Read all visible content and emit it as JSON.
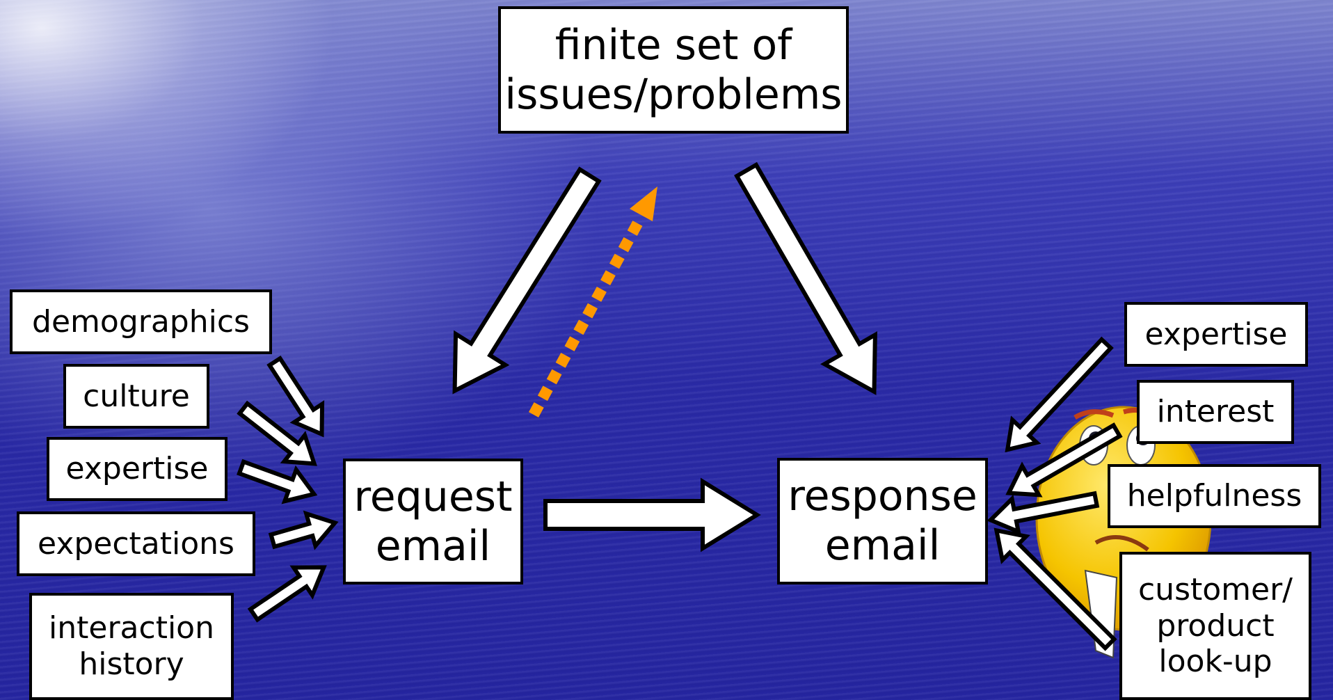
{
  "issues": {
    "line1": "finite set of",
    "line2": "issues/problems"
  },
  "request": {
    "line1": "request",
    "line2": "email"
  },
  "response": {
    "line1": "response",
    "line2": "email"
  },
  "request_factors": [
    {
      "line1": "demographics"
    },
    {
      "line1": "culture"
    },
    {
      "line1": "expertise"
    },
    {
      "line1": "expectations"
    },
    {
      "line1": "interaction",
      "line2": "history"
    }
  ],
  "response_factors": [
    {
      "line1": "expertise"
    },
    {
      "line1": "interest"
    },
    {
      "line1": "helpfulness"
    },
    {
      "line1": "customer/",
      "line2": "product",
      "line3": "look-up"
    }
  ],
  "colors": {
    "dotted_arrow": "#ff9900",
    "arrow_fill": "#ffffff",
    "arrow_stroke": "#000000",
    "box_border": "#000000"
  },
  "icons": {
    "thinking_face": "thinking-smiley-icon"
  }
}
